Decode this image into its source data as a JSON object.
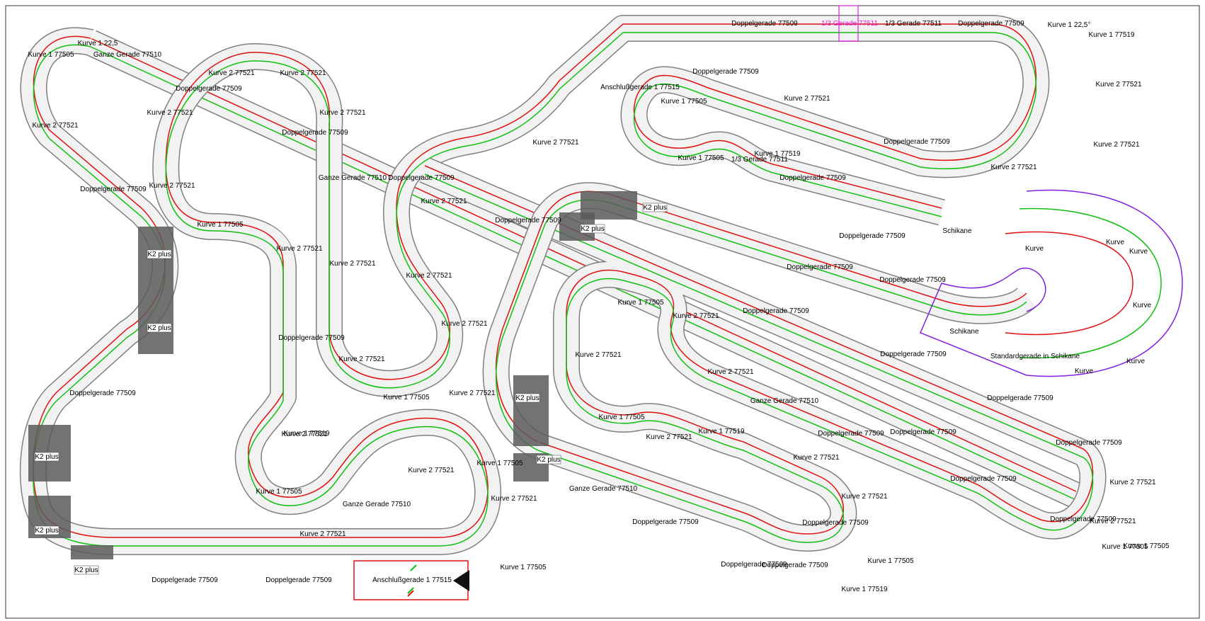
{
  "colors": {
    "track_border": "#808080",
    "track_fill": "#f2f2f2",
    "lane1": "#e01010",
    "lane2": "#10c010",
    "k2": "#5a5a5a",
    "schikane": "#8020e0",
    "highlight": "#e020e0",
    "start_box": "#e01010"
  },
  "labels": [
    {
      "id": "l1",
      "text": "Kurve 1 22,5"
    },
    {
      "id": "l2",
      "text": "Kurve 1 77505"
    },
    {
      "id": "l3",
      "text": "Ganze Gerade 77510"
    },
    {
      "id": "l4",
      "text": "Kurve 2 77521"
    },
    {
      "id": "l5",
      "text": "Kurve 2 77521"
    },
    {
      "id": "l6",
      "text": "Doppelgerade 77509"
    },
    {
      "id": "l7",
      "text": "Kurve 2 77521"
    },
    {
      "id": "l8",
      "text": "Kurve 2 77521"
    },
    {
      "id": "l9",
      "text": "Kurve 2 77521"
    },
    {
      "id": "l10",
      "text": "Doppelgerade 77509"
    },
    {
      "id": "l11",
      "text": "Doppelgerade 77509"
    },
    {
      "id": "l12",
      "text": "Ganze Gerade 77510"
    },
    {
      "id": "l13",
      "text": "Doppelgerade 77509"
    },
    {
      "id": "l14",
      "text": "Kurve 2 77521"
    },
    {
      "id": "l15",
      "text": "Kurve 2 77521"
    },
    {
      "id": "l16",
      "text": "Kurve 1 77505"
    },
    {
      "id": "l17",
      "text": "Doppelgerade 77509"
    },
    {
      "id": "l18",
      "text": "Kurve 2 77521"
    },
    {
      "id": "l19",
      "text": "Kurve 2 77521"
    },
    {
      "id": "l20",
      "text": "Kurve 2 77521"
    },
    {
      "id": "l21",
      "text": "Doppelgerade 77509"
    },
    {
      "id": "l22",
      "text": "Kurve 2 77521"
    },
    {
      "id": "l23",
      "text": "Kurve 2 77521"
    },
    {
      "id": "l24",
      "text": "Kurve 1 77505"
    },
    {
      "id": "l25",
      "text": "Doppelgerade 77509"
    },
    {
      "id": "l26",
      "text": "Kurve 2 77521"
    },
    {
      "id": "l27",
      "text": "Kurve 2 77521"
    },
    {
      "id": "l28",
      "text": "Anschlußgerade 1 77515"
    },
    {
      "id": "l29",
      "text": "Kurve 2 77521"
    },
    {
      "id": "l30",
      "text": "Doppelgerade 77509"
    },
    {
      "id": "l31",
      "text": "1/3 Gerade 77511"
    },
    {
      "id": "l32",
      "text": "1/3 Gerade 77511"
    },
    {
      "id": "l33",
      "text": "Doppelgerade 77509"
    },
    {
      "id": "l34",
      "text": "Kurve 1 22,5°"
    },
    {
      "id": "l35",
      "text": "Kurve 1 77519"
    },
    {
      "id": "l36",
      "text": "Kurve 2 77521"
    },
    {
      "id": "l37",
      "text": "Kurve 1 77505"
    },
    {
      "id": "l38",
      "text": "Doppelgerade 77509"
    },
    {
      "id": "l39",
      "text": "Kurve 2 77521"
    },
    {
      "id": "l40",
      "text": "Doppelgerade 77509"
    },
    {
      "id": "l41",
      "text": "Kurve 2 77521"
    },
    {
      "id": "l42",
      "text": "Kurve 2 77521"
    },
    {
      "id": "l43",
      "text": "Kurve 1 77505"
    },
    {
      "id": "l44",
      "text": "1/3 Gerade 77511"
    },
    {
      "id": "l45",
      "text": "Kurve 1 77519"
    },
    {
      "id": "l46",
      "text": "Doppelgerade 77509"
    },
    {
      "id": "l47",
      "text": "Doppelgerade 77509"
    },
    {
      "id": "l48",
      "text": "Schikane"
    },
    {
      "id": "l49",
      "text": "Kurve"
    },
    {
      "id": "l50",
      "text": "Kurve"
    },
    {
      "id": "l51",
      "text": "Kurve"
    },
    {
      "id": "l52",
      "text": "Kurve"
    },
    {
      "id": "l53",
      "text": "Kurve"
    },
    {
      "id": "l54",
      "text": "Kurve"
    },
    {
      "id": "l55",
      "text": "Doppelgerade 77509"
    },
    {
      "id": "l56",
      "text": "Doppelgerade 77509"
    },
    {
      "id": "l57",
      "text": "Doppelgerade 77509"
    },
    {
      "id": "l58",
      "text": "Schikane"
    },
    {
      "id": "l59",
      "text": "Standardgerade in Schikane"
    },
    {
      "id": "l60",
      "text": "Doppelgerade 77509"
    },
    {
      "id": "l61",
      "text": "Doppelgerade 77509"
    },
    {
      "id": "l62",
      "text": "Doppelgerade 77509"
    },
    {
      "id": "l63",
      "text": "Doppelgerade 77509"
    },
    {
      "id": "l64",
      "text": "Kurve 1 77505"
    },
    {
      "id": "l65",
      "text": "Kurve 2 77521"
    },
    {
      "id": "l66",
      "text": "Kurve 2 77521"
    },
    {
      "id": "l67",
      "text": "Kurve 2 77521"
    },
    {
      "id": "l68",
      "text": "Ganze Gerade 77510"
    },
    {
      "id": "l69",
      "text": "Doppelgerade 77509"
    },
    {
      "id": "l70",
      "text": "Doppelgerade 77509"
    },
    {
      "id": "l71",
      "text": "Kurve 2 77521"
    },
    {
      "id": "l72",
      "text": "Kurve 1 77505"
    },
    {
      "id": "l73",
      "text": "Kurve 2 77521"
    },
    {
      "id": "l74",
      "text": "Kurve 1 77519"
    },
    {
      "id": "l75",
      "text": "Kurve 2 77521"
    },
    {
      "id": "l76",
      "text": "Doppelgerade 77509"
    },
    {
      "id": "l77",
      "text": "Kurve 2 77521"
    },
    {
      "id": "l78",
      "text": "Kurve 1 77505"
    },
    {
      "id": "l79",
      "text": "Doppelgerade 77509"
    },
    {
      "id": "l80",
      "text": "Doppelgerade 77509"
    },
    {
      "id": "l81",
      "text": "Kurve 1 77519"
    },
    {
      "id": "l82",
      "text": "Ganze Gerade 77510"
    },
    {
      "id": "l83",
      "text": "Doppelgerade 77509"
    },
    {
      "id": "l84",
      "text": "Doppelgerade 77509"
    },
    {
      "id": "l85",
      "text": "Doppelgerade 77509"
    },
    {
      "id": "l86",
      "text": "Doppelgerade 77509"
    },
    {
      "id": "l87",
      "text": "Anschlußgerade 1 77515"
    },
    {
      "id": "l88",
      "text": "Kurve 1 77505"
    },
    {
      "id": "l89",
      "text": "Kurve 2 77521"
    },
    {
      "id": "l90",
      "text": "Kurve 1 77505"
    },
    {
      "id": "l91",
      "text": "Ganze Gerade 77510"
    },
    {
      "id": "l92",
      "text": "Kurve 1 77505"
    },
    {
      "id": "l93",
      "text": "Kurve 2 77521"
    },
    {
      "id": "l94",
      "text": "Kurve 1 77519"
    },
    {
      "id": "l95",
      "text": "Kurve 2 77521"
    },
    {
      "id": "l96",
      "text": "Kurve 1 77505"
    },
    {
      "id": "l97",
      "text": "Kurve 1 77505"
    },
    {
      "id": "l98",
      "text": "Kurve 2 77521"
    }
  ],
  "k2_labels": [
    {
      "id": "k1",
      "text": "K2 plus"
    },
    {
      "id": "k2",
      "text": "K2 plus"
    },
    {
      "id": "k3",
      "text": "K2 plus"
    },
    {
      "id": "k4",
      "text": "K2 plus"
    },
    {
      "id": "k5",
      "text": "K2 plus"
    },
    {
      "id": "k6",
      "text": "K2 plus"
    },
    {
      "id": "k7",
      "text": "K2 plus"
    },
    {
      "id": "k8",
      "text": "K2 plus"
    },
    {
      "id": "k9",
      "text": "K2 plus"
    }
  ]
}
